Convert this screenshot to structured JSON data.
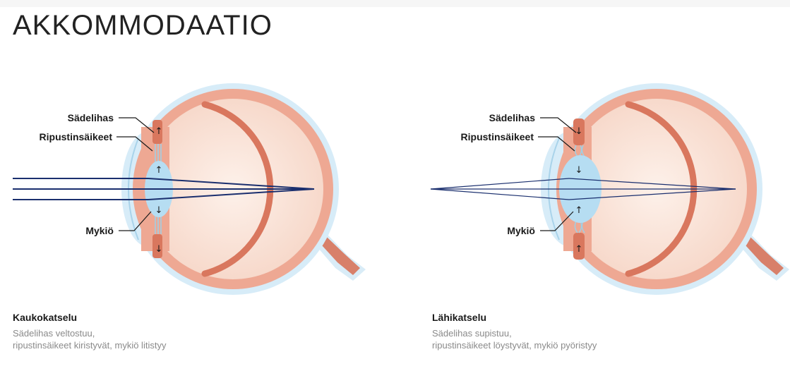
{
  "title": "AKKOMMODAATIO",
  "colors": {
    "sclera_outer": "#d7ecf8",
    "sclera_ring": "#eea893",
    "eye_inner": "#fbe5da",
    "ray": "#1a2f6e",
    "lens": "#b6ddf2",
    "muscle": "#d9775e",
    "nerve": "#d8806a"
  },
  "left": {
    "labels": {
      "ciliary_muscle": "Sädelihas",
      "zonules": "Ripustinsäikeet",
      "lens": "Mykiö"
    },
    "caption_title": "Kaukokatselu",
    "caption_line1": "Sädelihas veltostuu,",
    "caption_line2": "ripustinsäikeet kiristyvät, mykiö litistyy"
  },
  "right": {
    "labels": {
      "ciliary_muscle": "Sädelihas",
      "zonules": "Ripustinsäikeet",
      "lens": "Mykiö"
    },
    "caption_title": "Lähikatselu",
    "caption_line1": "Sädelihas supistuu,",
    "caption_line2": "ripustinsäikeet löystyvät, mykiö pyöristyy"
  }
}
